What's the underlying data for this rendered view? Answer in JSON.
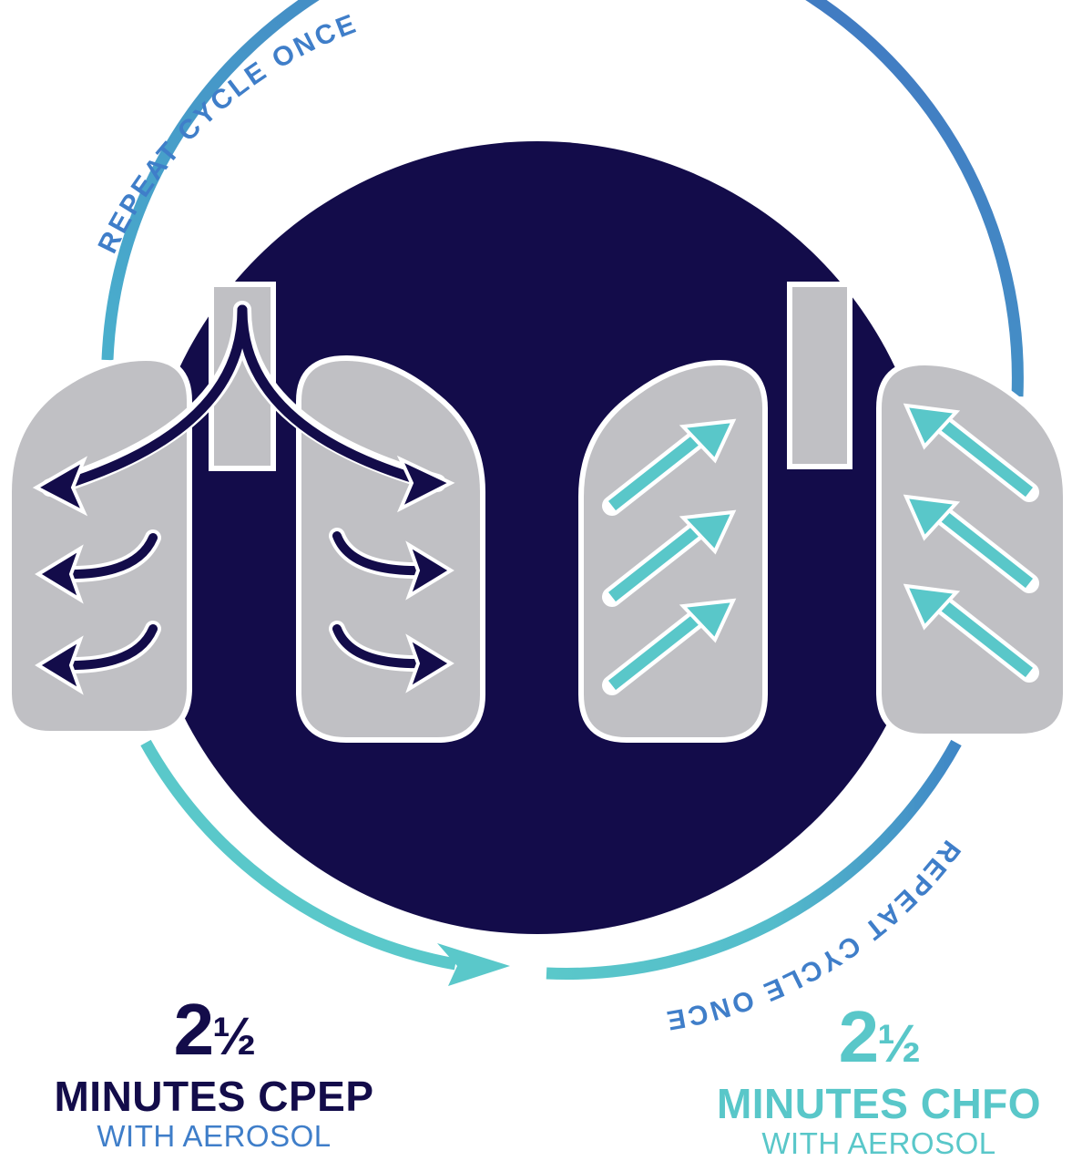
{
  "cycle_label_top": "REPEAT CYCLE ONCE",
  "cycle_label_bottom": "REPEAT CYCLE ONCE",
  "cpep": {
    "number": "2",
    "fraction": "½",
    "title": "MINUTES CPEP",
    "subtitle": "WITH AEROSOL"
  },
  "chfo": {
    "number": "2",
    "fraction": "½",
    "title": "MINUTES CHFO",
    "subtitle": "WITH AEROSOL"
  },
  "colors": {
    "navy": "#130c4a",
    "ring_blue": "#3f7ec9",
    "teal": "#59c7c9",
    "lung_gray": "#c0c0c4"
  },
  "icons": [
    "cpep-lungs-icon",
    "chfo-lungs-icon"
  ]
}
